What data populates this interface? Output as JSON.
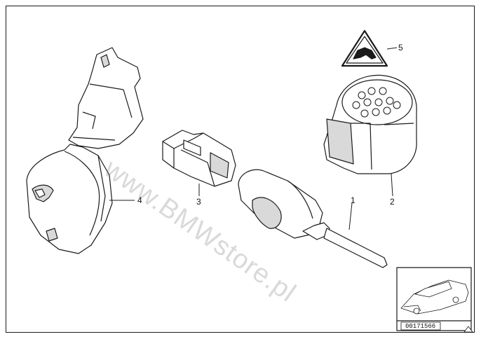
{
  "diagram": {
    "parts": [
      {
        "id": "p1",
        "number": "1"
      },
      {
        "id": "p2",
        "number": "2"
      },
      {
        "id": "p3",
        "number": "3"
      },
      {
        "id": "p4",
        "number": "4"
      },
      {
        "id": "p5",
        "number": "5"
      }
    ],
    "watermark": "www.BMWstore.pl",
    "thumbnail_code": "00171566",
    "colors": {
      "line": "#1a1a1a",
      "fill": "#ffffff",
      "shade": "#d9d9d9",
      "watermark": "#9a9a9a"
    }
  }
}
